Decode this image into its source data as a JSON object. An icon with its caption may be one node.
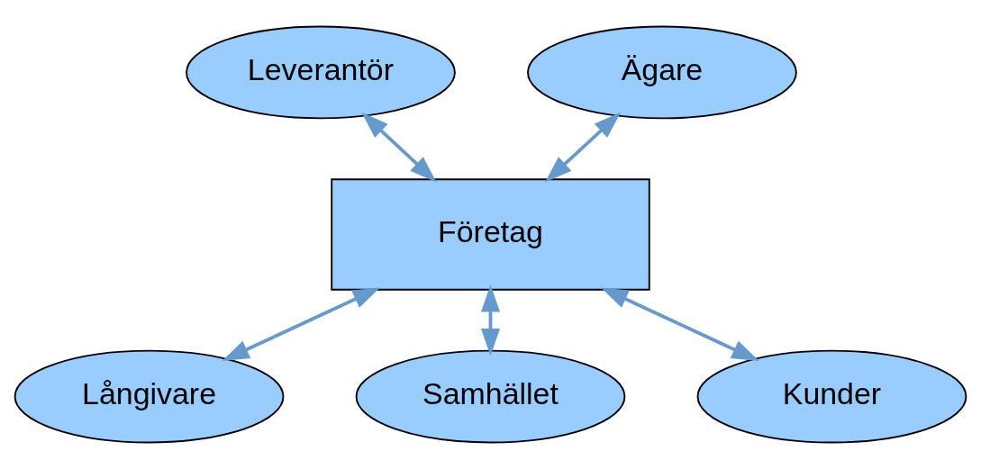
{
  "diagram": {
    "nodes": [
      {
        "text": [
          "Leverantör"
        ]
      },
      {
        "text": [
          "Ägare"
        ]
      },
      {
        "text": [
          "Företag"
        ]
      },
      {
        "text": [
          "Långivare"
        ]
      },
      {
        "text": [
          "Samhället"
        ]
      },
      {
        "text": [
          "Kunder"
        ]
      }
    ],
    "edges": [
      {
        "from": 0,
        "to": 2,
        "arrow": "both"
      },
      {
        "from": 1,
        "to": 2,
        "arrow": "both"
      },
      {
        "from": 2,
        "to": 3,
        "arrow": "both"
      },
      {
        "from": 2,
        "to": 4,
        "arrow": "both"
      },
      {
        "from": 2,
        "to": 5,
        "arrow": "both"
      }
    ]
  }
}
